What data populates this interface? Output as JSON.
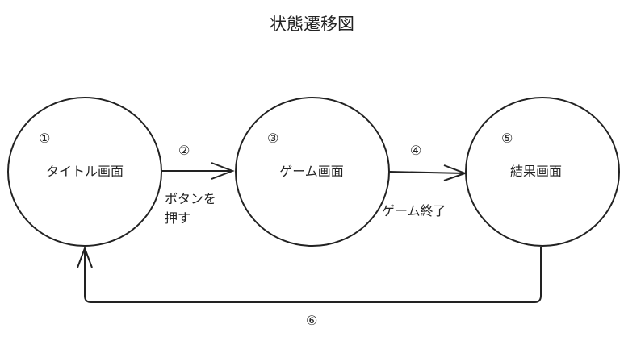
{
  "title": "状態遷移図",
  "states": [
    {
      "number": "①",
      "label": "タイトル画面"
    },
    {
      "number": "③",
      "label": "ゲーム画面"
    },
    {
      "number": "⑤",
      "label": "結果画面"
    }
  ],
  "transitions": [
    {
      "number": "②",
      "label_line1": "ボタンを",
      "label_line2": "押す",
      "from": "タイトル画面",
      "to": "ゲーム画面"
    },
    {
      "number": "④",
      "label_line1": "ゲーム終了",
      "from": "ゲーム画面",
      "to": "結果画面"
    },
    {
      "number": "⑥",
      "from": "結果画面",
      "to": "タイトル画面"
    }
  ],
  "colors": {
    "stroke": "#222222",
    "background": "#ffffff"
  }
}
